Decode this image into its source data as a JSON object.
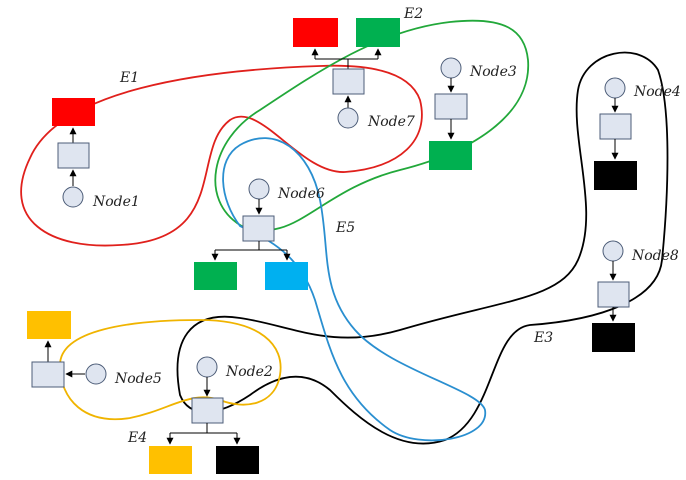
{
  "colors": {
    "node_fill": "#dfe5f0",
    "node_stroke": "#4d5d78",
    "red": "#ff0000",
    "green": "#00b050",
    "blue": "#00b0f0",
    "yellow": "#ffc000",
    "black": "#000000",
    "edge_e1": "#e0201c",
    "edge_e2": "#22a83a",
    "edge_e3": "#000000",
    "edge_e4": "#f0b400",
    "edge_e5": "#2a8fd0"
  },
  "nodes": {
    "node1": "Node1",
    "node2": "Node2",
    "node3": "Node3",
    "node4": "Node4",
    "node5": "Node5",
    "node6": "Node6",
    "node7": "Node7",
    "node8": "Node8"
  },
  "edges": {
    "e1": "E1",
    "e2": "E2",
    "e3": "E3",
    "e4": "E4",
    "e5": "E5"
  }
}
